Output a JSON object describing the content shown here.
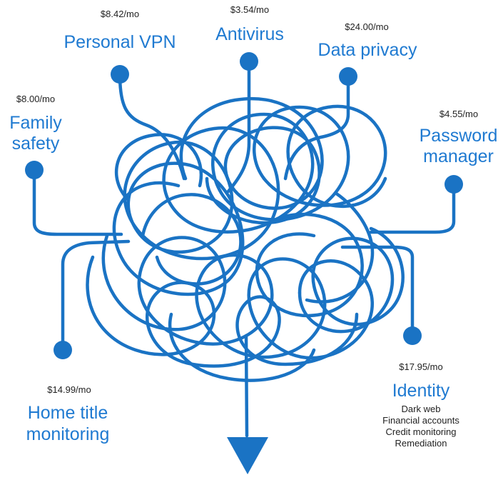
{
  "colors": {
    "accent": "#1a73c4",
    "label": "#1f7ad1",
    "text": "#222222"
  },
  "services": {
    "personal_vpn": {
      "price": "$8.42/mo",
      "name": "Personal VPN"
    },
    "antivirus": {
      "price": "$3.54/mo",
      "name": "Antivirus"
    },
    "data_privacy": {
      "price": "$24.00/mo",
      "name": "Data privacy"
    },
    "family_safety": {
      "price": "$8.00/mo",
      "name_line1": "Family",
      "name_line2": "safety"
    },
    "password_manager": {
      "price": "$4.55/mo",
      "name_line1": "Password",
      "name_line2": "manager"
    },
    "identity": {
      "price": "$17.95/mo",
      "name": "Identity",
      "features": [
        "Dark web",
        "Financial accounts",
        "Credit monitoring",
        "Remediation"
      ]
    },
    "home_title": {
      "price": "$14.99/mo",
      "name_line1": "Home title",
      "name_line2": "monitoring"
    }
  }
}
